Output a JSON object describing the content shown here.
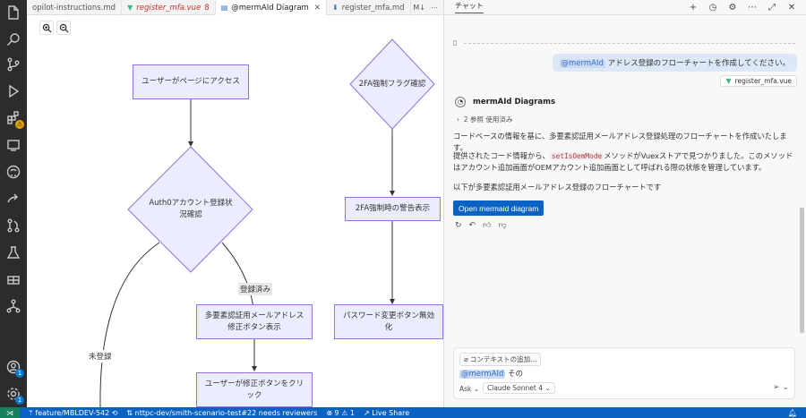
{
  "tabs": [
    {
      "label": "opilot-instructions.md",
      "type": "md",
      "active": false
    },
    {
      "label": "register_mfa.vue",
      "type": "vue",
      "error_count": "8",
      "active": false,
      "error": true
    },
    {
      "label": "@mermAId Diagram",
      "type": "preview",
      "active": true,
      "close": "✕"
    },
    {
      "label": "register_mfa.md",
      "type": "md",
      "active": false,
      "extra": "M↓"
    }
  ],
  "editor": {
    "zoom_in_icon": "zoom-in-icon",
    "zoom_out_icon": "zoom-out-icon",
    "diagram": {
      "nodes": {
        "access": "ユーザーがページにアクセス",
        "auth0_check": "Auth0アカウント登録状況確認",
        "mfa_fix_button": "多要素認証用メールアドレス修正ボタン表示",
        "user_click": "ユーザーが修正ボタンをクリック",
        "flag_check": "2FA強制フラグ確認",
        "warning": "2FA強制時の警告表示",
        "pw_disable": "パスワード変更ボタン無効化"
      },
      "edges": {
        "registered": "登録済み",
        "unregistered": "未登録"
      }
    }
  },
  "chat": {
    "title": "チャット",
    "user_message": {
      "mention": "@mermAId",
      "text": " アドレス登録のフローチャートを作成してください。"
    },
    "attached_file": "register_mfa.vue",
    "agent_name": "mermAId Diagrams",
    "refs": "2 参照 使用済み",
    "para1": "コードベースの情報を基に、多要素認証用メールアドレス登録処理のフローチャートを作成いたします。",
    "para2_a": "提供されたコード情報から、",
    "para2_code": "setIsOemMode",
    "para2_b": "メソッドがVuexストアで見つかりました。このメソッドはアカウント追加画面がOEMアカウント追加画面として呼ばれる際の状態を管理しています。",
    "para3": "以下が多要素認証用メールアドレス登録のフローチャートです",
    "open_button": "Open mermaid diagram",
    "input": {
      "context_button": "コンテキストの追加...",
      "mention": "@mermAId",
      "text": " その",
      "mode": "Ask",
      "model": "Claude Sonnet 4"
    }
  },
  "status_bar": {
    "branch": "feature/MBLDEV-542",
    "pr": "nttpc-dev/smith-scenario-test#22 needs reviewers",
    "problems": "⊗ 9 ⚠ 1",
    "live_share": "Live Share"
  },
  "activity_badges": {
    "extensions": "⚠",
    "accounts": "1",
    "settings": "1"
  },
  "colors": {
    "accent": "#0a63c2",
    "node_fill": "#ececff",
    "node_border": "#9370db",
    "status_bar": "#0a63c2"
  }
}
